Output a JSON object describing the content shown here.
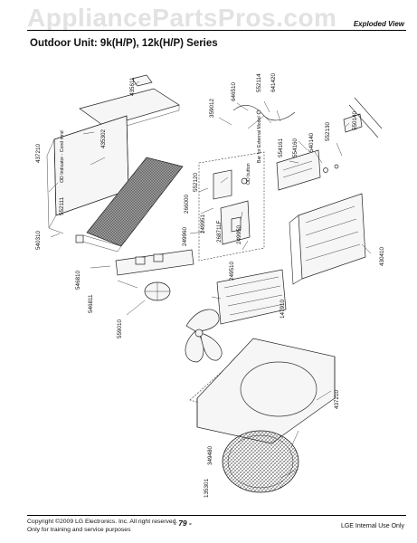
{
  "watermark": "AppliancePartsPros.com",
  "header": {
    "section": "Exploded View"
  },
  "title": "Outdoor Unit: 9k(H/P), 12k(H/P) Series",
  "parts": {
    "p435611": "435611",
    "p435302": "435302",
    "p437210_top": "437210",
    "p552111": "552111",
    "p646510": "646510",
    "p552114": "552114",
    "p641420": "641420",
    "p359012": "359012",
    "p554160": "554160",
    "p554161": "554161",
    "p540140": "540140",
    "p552130": "552130",
    "p550140": "550140",
    "p552120": "552120",
    "p266000": "266000",
    "p249951": "249951",
    "p268711F": "268711F",
    "p249950": "249950",
    "p249960": "249960",
    "p249510": "249510",
    "p540310": "540310",
    "p546810": "546810",
    "p546811": "546811",
    "p559010": "559010",
    "p430410": "430410",
    "p147910": "147910",
    "p437210_bottom": "437210",
    "p349480": "349480",
    "p135301": "135301"
  },
  "notes": {
    "od_indicator": "OD Indicator - Cond mnd",
    "od_button": "OD button",
    "bar_for_external_model": "Bar for External Model"
  },
  "footer": {
    "copyright_line1": "Copyright ©2009 LG Electronics. Inc. All right reserved.",
    "copyright_line2": "Only for training and service purposes",
    "page": "- 79 -",
    "internal": "LGE Internal Use Only"
  }
}
